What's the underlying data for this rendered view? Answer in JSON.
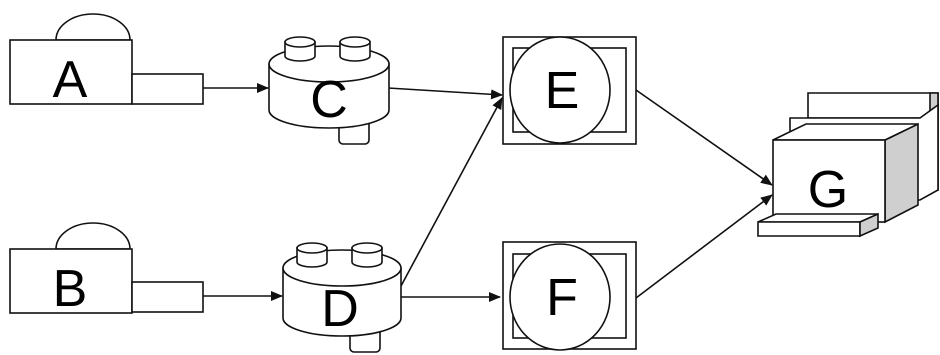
{
  "diagram": {
    "nodes": {
      "A": {
        "label": "A",
        "icon": "camera-icon"
      },
      "B": {
        "label": "B",
        "icon": "camera-icon"
      },
      "C": {
        "label": "C",
        "icon": "processor-unit-icon"
      },
      "D": {
        "label": "D",
        "icon": "processor-unit-icon"
      },
      "E": {
        "label": "E",
        "icon": "monitor-icon"
      },
      "F": {
        "label": "F",
        "icon": "monitor-icon"
      },
      "G": {
        "label": "G",
        "icon": "computer-icon"
      }
    },
    "edges": [
      {
        "from": "A",
        "to": "C"
      },
      {
        "from": "C",
        "to": "E"
      },
      {
        "from": "B",
        "to": "D"
      },
      {
        "from": "D",
        "to": "E"
      },
      {
        "from": "D",
        "to": "F"
      },
      {
        "from": "E",
        "to": "G"
      },
      {
        "from": "F",
        "to": "G"
      }
    ]
  }
}
